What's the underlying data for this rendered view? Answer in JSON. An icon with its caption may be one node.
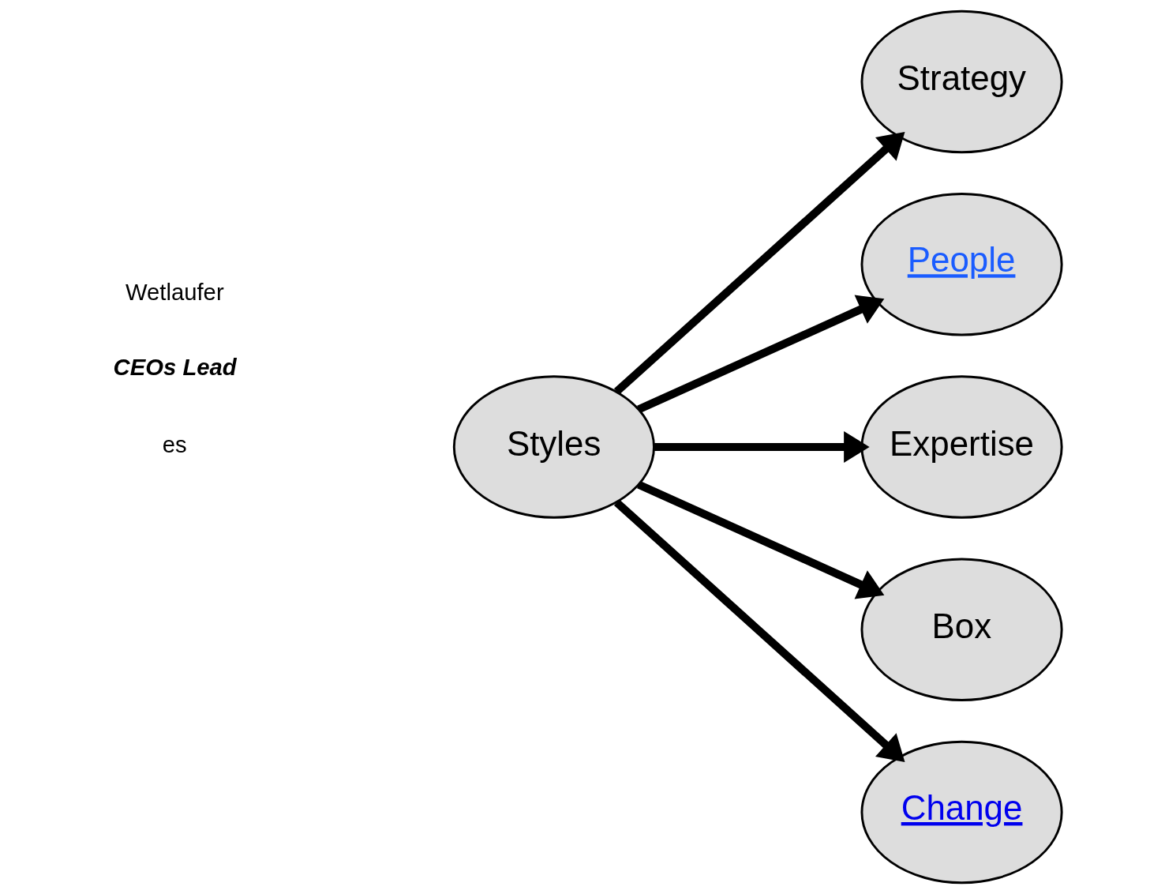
{
  "diagram": {
    "nodes": [
      {
        "text": [
          "Styles"
        ]
      },
      {
        "text": [
          "Strategy"
        ]
      },
      {
        "text": [
          "People"
        ]
      },
      {
        "text": [
          "Expertise"
        ]
      },
      {
        "text": [
          "Box"
        ]
      },
      {
        "text": [
          "Change"
        ]
      }
    ],
    "edges": [
      {
        "from": 0,
        "to": 1,
        "arrow": "to"
      },
      {
        "from": 0,
        "to": 2,
        "arrow": "to"
      },
      {
        "from": 0,
        "to": 3,
        "arrow": "to"
      },
      {
        "from": 0,
        "to": 4,
        "arrow": "to"
      },
      {
        "from": 0,
        "to": 5,
        "arrow": "to"
      }
    ],
    "labels": [
      "es",
      "CEOs Lead",
      "Wetlaufer"
    ]
  }
}
